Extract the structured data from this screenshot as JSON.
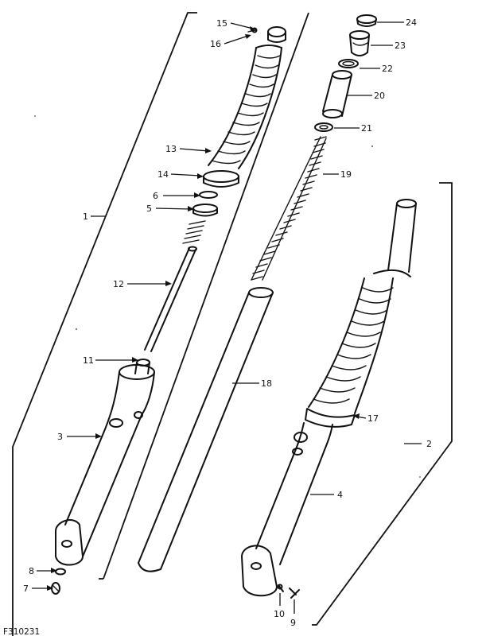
{
  "labels": {
    "p1": "1",
    "p2": "2",
    "p3": "3",
    "p4": "4",
    "p5": "5",
    "p6": "6",
    "p7": "7",
    "p8": "8",
    "p9": "9",
    "p10": "10",
    "p11": "11",
    "p12": "12",
    "p13": "13",
    "p14": "14",
    "p15": "15",
    "p16": "16",
    "p17": "17",
    "p18": "18",
    "p19": "19",
    "p20": "20",
    "p21": "21",
    "p22": "22",
    "p23": "23",
    "p24": "24"
  },
  "footer_code": "F310231"
}
